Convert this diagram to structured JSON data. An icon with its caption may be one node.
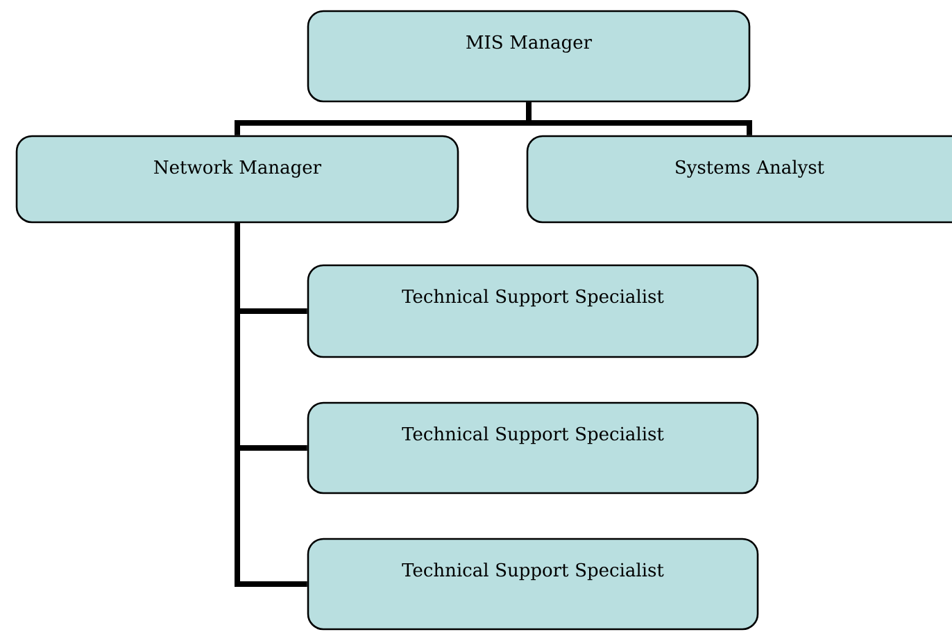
{
  "diagram": {
    "nodes": [
      {
        "text": [
          "MIS Manager"
        ]
      },
      {
        "text": [
          "Network Manager"
        ]
      },
      {
        "text": [
          "Systems Analyst"
        ]
      },
      {
        "text": [
          "Technical Support Specialist"
        ]
      },
      {
        "text": [
          "Technical Support Specialist"
        ]
      },
      {
        "text": [
          "Technical Support Specialist"
        ]
      }
    ],
    "edges": [
      {
        "from": 0,
        "to": 1,
        "arrow": "none"
      },
      {
        "from": 0,
        "to": 2,
        "arrow": "none"
      },
      {
        "from": 1,
        "to": 3,
        "arrow": "none"
      },
      {
        "from": 1,
        "to": 4,
        "arrow": "none"
      },
      {
        "from": 1,
        "to": 5,
        "arrow": "none"
      }
    ]
  }
}
